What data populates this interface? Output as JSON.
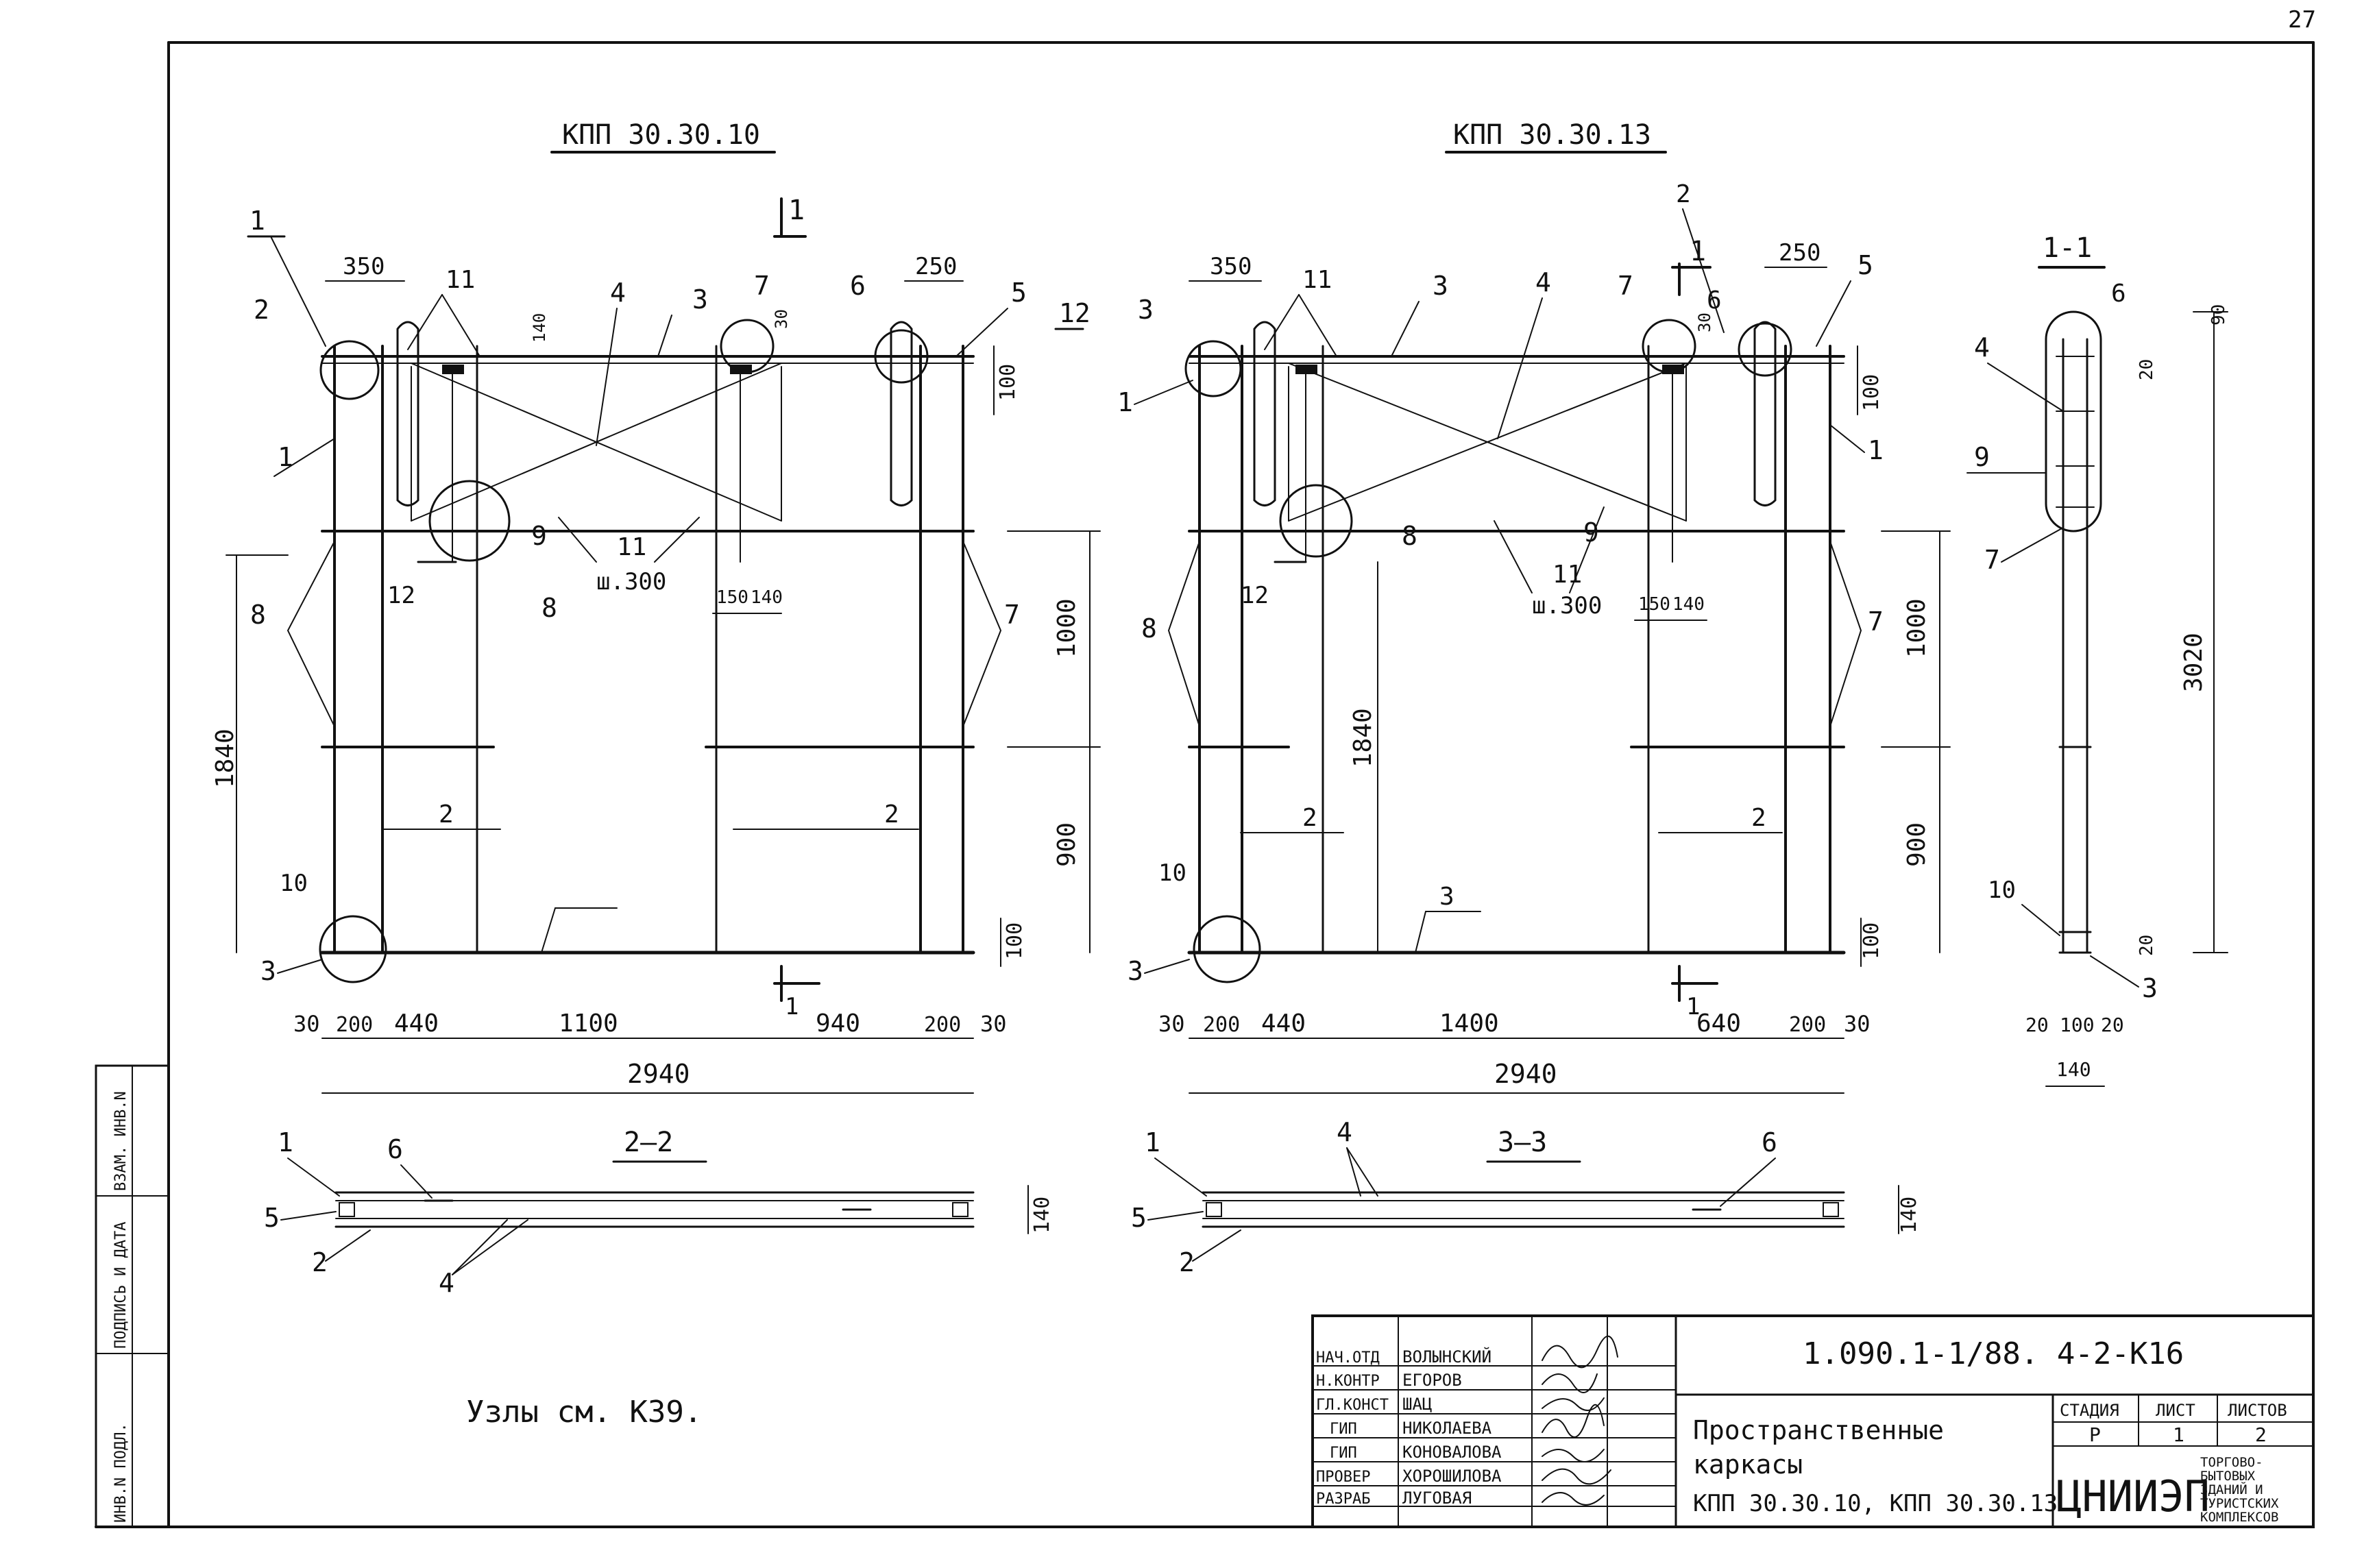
{
  "page_number": "27",
  "views": {
    "left_title": "КПП 30.30.10",
    "right_title": "КПП 30.30.13",
    "section_title": "1-1",
    "sec_22_title": "2—2",
    "sec_33_title": "3—3"
  },
  "left_labels": {
    "p1a": "1",
    "p1b": "1",
    "p2": "2",
    "p3a": "3",
    "p3b": "3",
    "p4": "4",
    "p5": "5",
    "p6": "6",
    "p7a": "7",
    "p7b": "7",
    "p8a": "8",
    "p8b": "8",
    "p9": "9",
    "p10": "10",
    "p11a": "11",
    "p11b": "11",
    "p12a": "12",
    "p12b": "12",
    "p2b": "2",
    "p2c": "2",
    "cut1a": "1",
    "cut1b": "1",
    "cut2": "2"
  },
  "left_dims": {
    "d350": "350",
    "d250": "250",
    "d140": "140",
    "d30": "30",
    "d100": "100",
    "d1840": "1840",
    "d1000": "1000",
    "d900": "900",
    "d100b": "100",
    "d150": "150",
    "d140b": "140",
    "sh": "ш.300",
    "b30": "30",
    "b200": "200",
    "b440": "440",
    "b1100": "1100",
    "b940": "940",
    "b200b": "200",
    "b30b": "30",
    "total": "2940"
  },
  "right_labels": {
    "p1a": "1",
    "p1b": "1",
    "p2": "2",
    "p2b": "2",
    "p2c": "2",
    "p3a": "3",
    "p3b": "3",
    "p4": "4",
    "p5": "5",
    "p6": "6",
    "p7a": "7",
    "p7b": "7",
    "p8a": "8",
    "p8b": "8",
    "p9": "9",
    "p10": "10",
    "p11a": "11",
    "p11b": "11",
    "p12": "12",
    "cut1a": "1",
    "cut1b": "1",
    "cut3": "3",
    "cut3b": "3"
  },
  "right_dims": {
    "d350": "350",
    "d250": "250",
    "d30": "30",
    "d100": "100",
    "d1840": "1840",
    "d1000": "1000",
    "d900": "900",
    "d100b": "100",
    "d150": "150",
    "d140": "140",
    "sh": "ш.300",
    "b30": "30",
    "b200": "200",
    "b440": "440",
    "b1400": "1400",
    "b640": "640",
    "b200b": "200",
    "b30b": "30",
    "total": "2940"
  },
  "section_11": {
    "p6": "6",
    "p4": "4",
    "p9": "9",
    "p7": "7",
    "p10": "10",
    "p3": "3",
    "d90": "90",
    "d20a": "20",
    "d3020": "3020",
    "d20b": "20",
    "b20": "20",
    "b100": "100",
    "b20b": "20",
    "b140": "140"
  },
  "sec_22": {
    "p1": "1",
    "p5": "5",
    "p2": "2",
    "p6": "6",
    "p4": "4",
    "d140": "140"
  },
  "sec_33": {
    "p1": "1",
    "p5": "5",
    "p2": "2",
    "p4": "4",
    "p6": "6",
    "d140": "140"
  },
  "note": "Узлы см. К39.",
  "side_strip": {
    "f1": "ИНВ.N ПОДЛ.",
    "f2": "ПОДПИСЬ И ДАТА",
    "f3": "ВЗАМ. ИНВ.N"
  },
  "title_block": {
    "code": "1.090.1-1/88. 4-2-К16",
    "title_line1": "Пространственные",
    "title_line2": "каркасы",
    "title_line3": "КПП 30.30.10, КПП 30.30.13",
    "stage_hdr": "СТАДИЯ",
    "sheet_hdr": "ЛИСТ",
    "sheets_hdr": "ЛИСТОВ",
    "stage_val": "Р",
    "sheet_val": "1",
    "sheets_val": "2",
    "org": "ЦНИИЭП",
    "org_sub1": "ТОРГОВО-",
    "org_sub2": "БЫТОВЫХ",
    "org_sub3": "ЗДАНИЙ И",
    "org_sub4": "ТУРИСТСКИХ",
    "org_sub5": "КОМПЛЕКСОВ",
    "roles": [
      {
        "role": "НАЧ.ОТД",
        "name": "ВОЛЫНСКИЙ"
      },
      {
        "role": "Н.КОНТР",
        "name": "ЕГОРОВ"
      },
      {
        "role": "ГЛ.КОНСТ",
        "name": "ШАЦ"
      },
      {
        "role": "ГИП",
        "name": "НИКОЛАЕВА"
      },
      {
        "role": "ГИП",
        "name": "КОНОВАЛОВА"
      },
      {
        "role": "ПРОВЕР",
        "name": "ХОРОШИЛОВА"
      },
      {
        "role": "РАЗРАБ",
        "name": "ЛУГОВАЯ"
      }
    ]
  }
}
